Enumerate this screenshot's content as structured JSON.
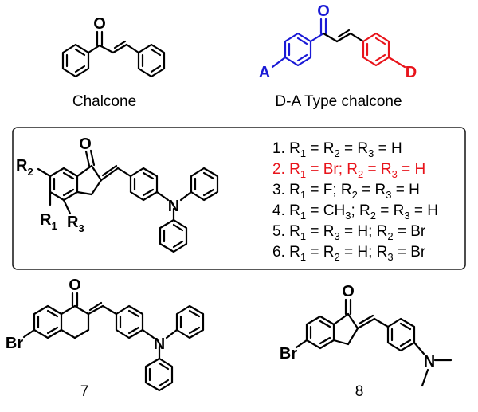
{
  "colors": {
    "donor_red": "#e8141b",
    "acceptor_blue": "#1a1ad6",
    "black": "#000000",
    "box_border": "#222222"
  },
  "top_left": {
    "caption": "Chalcone",
    "atoms": {
      "carbonyl_o": "O"
    }
  },
  "top_right": {
    "caption": "D-A Type chalcone",
    "atoms": {
      "carbonyl_o": "O",
      "acceptor": "A",
      "donor": "D"
    }
  },
  "boxed": {
    "atoms": {
      "carbonyl_o": "O",
      "amine_n": "N",
      "r1": "R",
      "r1_sub": "1",
      "r2": "R",
      "r2_sub": "2",
      "r3": "R",
      "r3_sub": "3"
    },
    "items": [
      {
        "parts": [
          "1. R",
          "1",
          " = R",
          "2",
          " = R",
          "3",
          " = H"
        ],
        "highlight": false
      },
      {
        "parts": [
          "2. R",
          "1",
          " = Br; R",
          "2",
          " = R",
          "3",
          " = H"
        ],
        "highlight": true
      },
      {
        "parts": [
          "3. R",
          "1",
          " = F; R",
          "2",
          " = R",
          "3",
          " = H"
        ],
        "highlight": false
      },
      {
        "parts": [
          "4. R",
          "1",
          " = CH",
          "3",
          "; R",
          "2",
          " = R",
          "3",
          " = H"
        ],
        "highlight": false
      },
      {
        "parts": [
          "5. R",
          "1",
          " = R",
          "3",
          " = H; R",
          "2",
          " =  Br"
        ],
        "highlight": false
      },
      {
        "parts": [
          "6. R",
          "1",
          " = R",
          "2",
          " = H; R",
          "3",
          " =  Br"
        ],
        "highlight": false
      }
    ]
  },
  "compound7": {
    "label": "7",
    "atoms": {
      "carbonyl_o": "O",
      "bromo": "Br",
      "amine_n": "N"
    }
  },
  "compound8": {
    "label": "8",
    "atoms": {
      "carbonyl_o": "O",
      "bromo": "Br",
      "amine_n": "N"
    }
  }
}
